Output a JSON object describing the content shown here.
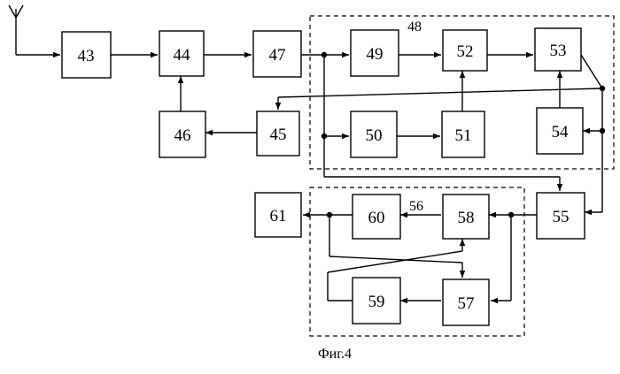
{
  "blocks": {
    "b43": "43",
    "b44": "44",
    "b45": "45",
    "b46": "46",
    "b47": "47",
    "b49": "49",
    "b50": "50",
    "b51": "51",
    "b52": "52",
    "b53": "53",
    "b54": "54",
    "b55": "55",
    "b57": "57",
    "b58": "58",
    "b59": "59",
    "b60": "60",
    "b61": "61"
  },
  "groups": {
    "g48": "48",
    "g56": "56"
  },
  "caption": "Фиг.4"
}
